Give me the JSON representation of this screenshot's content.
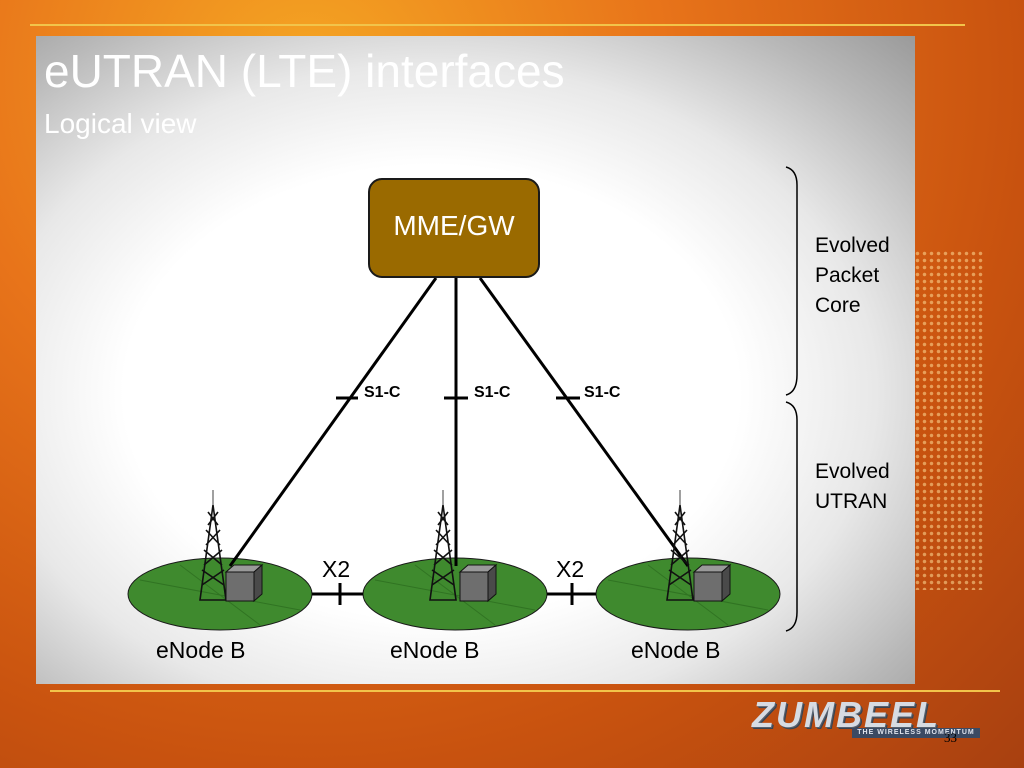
{
  "slide": {
    "title": "eUTRAN (LTE) interfaces",
    "subtitle": "Logical view",
    "page_number": "33"
  },
  "diagram": {
    "core_node": "MME/GW",
    "enodes": [
      "eNode B",
      "eNode B",
      "eNode B"
    ],
    "s1_interfaces": [
      "S1-C",
      "S1-C",
      "S1-C"
    ],
    "x2_interfaces": [
      "X2",
      "X2"
    ],
    "brackets": {
      "core": [
        "Evolved",
        "Packet",
        "Core"
      ],
      "utran": [
        "Evolved",
        "UTRAN"
      ]
    }
  },
  "logo": {
    "text": "ZUMBEEL",
    "tagline": "THE WIRELESS MOMENTUM"
  },
  "colors": {
    "cell": "#3f8a2e",
    "mme": "#9a6a00",
    "title": "#ffffff"
  }
}
